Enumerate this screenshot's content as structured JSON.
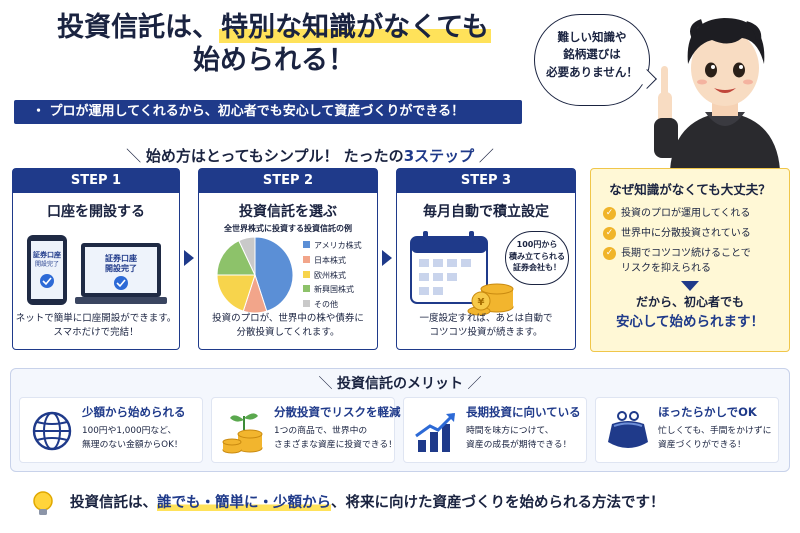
{
  "headline": {
    "line1_a": "投資信託は、",
    "line1_b": "特別な知識がなくても",
    "line2": "始められる！"
  },
  "subbar": "・ プロが運用してくれるから、初心者でも安心して資産づくりができる！",
  "bubble": {
    "l1": "難しい知識や",
    "l2": "銘柄選びは",
    "l3": "必要ありません！"
  },
  "steps_title": {
    "a": "始め方はとってもシンプル！ たったの",
    "b": "3ステップ"
  },
  "steps": [
    {
      "label": "STEP 1",
      "title": "口座を開設する",
      "phone_text": "証券口座\n開設完了",
      "laptop_text": "証券口座\n開設完了",
      "desc1": "ネットで簡単に口座開設ができます。",
      "desc2": "スマホだけで完結！"
    },
    {
      "label": "STEP 2",
      "title": "投資信託を選ぶ",
      "chart_title": "全世界株式に投資する投資信託の例",
      "desc1": "投資のプロが、世界中の株や債券に",
      "desc2": "分散投資してくれます。"
    },
    {
      "label": "STEP 3",
      "title": "毎月自動で積立設定",
      "bubble1": "100円から",
      "bubble2": "積み立てられる",
      "bubble3": "証券会社も！",
      "desc1": "一度設定すれば、あとは自動で",
      "desc2": "コツコツ投資が続きます。"
    }
  ],
  "chart_data": {
    "type": "pie",
    "title": "全世界株式に投資する投資信託の例",
    "categories": [
      "アメリカ株式",
      "日本株式",
      "欧州株式",
      "新興国株式",
      "その他"
    ],
    "values": [
      45,
      10,
      20,
      18,
      7
    ],
    "colors": [
      "#5b8fd6",
      "#f2a58a",
      "#f7d44c",
      "#8dc26a",
      "#c9c9c9"
    ]
  },
  "why": {
    "title": "なぜ知識がなくても大丈夫？",
    "items": [
      "投資のプロが運用してくれる",
      "世界中に分散投資されている",
      "長期でコツコツ続けることで",
      "リスクを抑えられる"
    ],
    "concl1": "だから、初心者でも",
    "concl2": "安心して始められます！"
  },
  "merits_title": "投資信託のメリット",
  "merits": [
    {
      "head": "少額から始められる",
      "d1": "100円や1,000円など、",
      "d2": "無理のない金額からOK！",
      "icon": "globe-icon"
    },
    {
      "head": "分散投資でリスクを軽減",
      "d1": "1つの商品で、世界中の",
      "d2": "さまざまな資産に投資できる！",
      "icon": "coins-sprout-icon"
    },
    {
      "head": "長期投資に向いている",
      "d1": "時間を味方につけて、",
      "d2": "資産の成長が期待できる！",
      "icon": "growth-chart-icon"
    },
    {
      "head": "ほったらかしでOK",
      "d1": "忙しくても、手間をかけずに",
      "d2": "資産づくりができる！",
      "icon": "purse-icon"
    }
  ],
  "footer": {
    "a": "投資信託は、",
    "b": "誰でも・簡単に・少額から",
    "c": "、将来に向けた資産づくりを始められる方法です！"
  },
  "colors": {
    "navy": "#1f3a8a",
    "yellow": "#ffe25a",
    "gold": "#f0b429"
  }
}
